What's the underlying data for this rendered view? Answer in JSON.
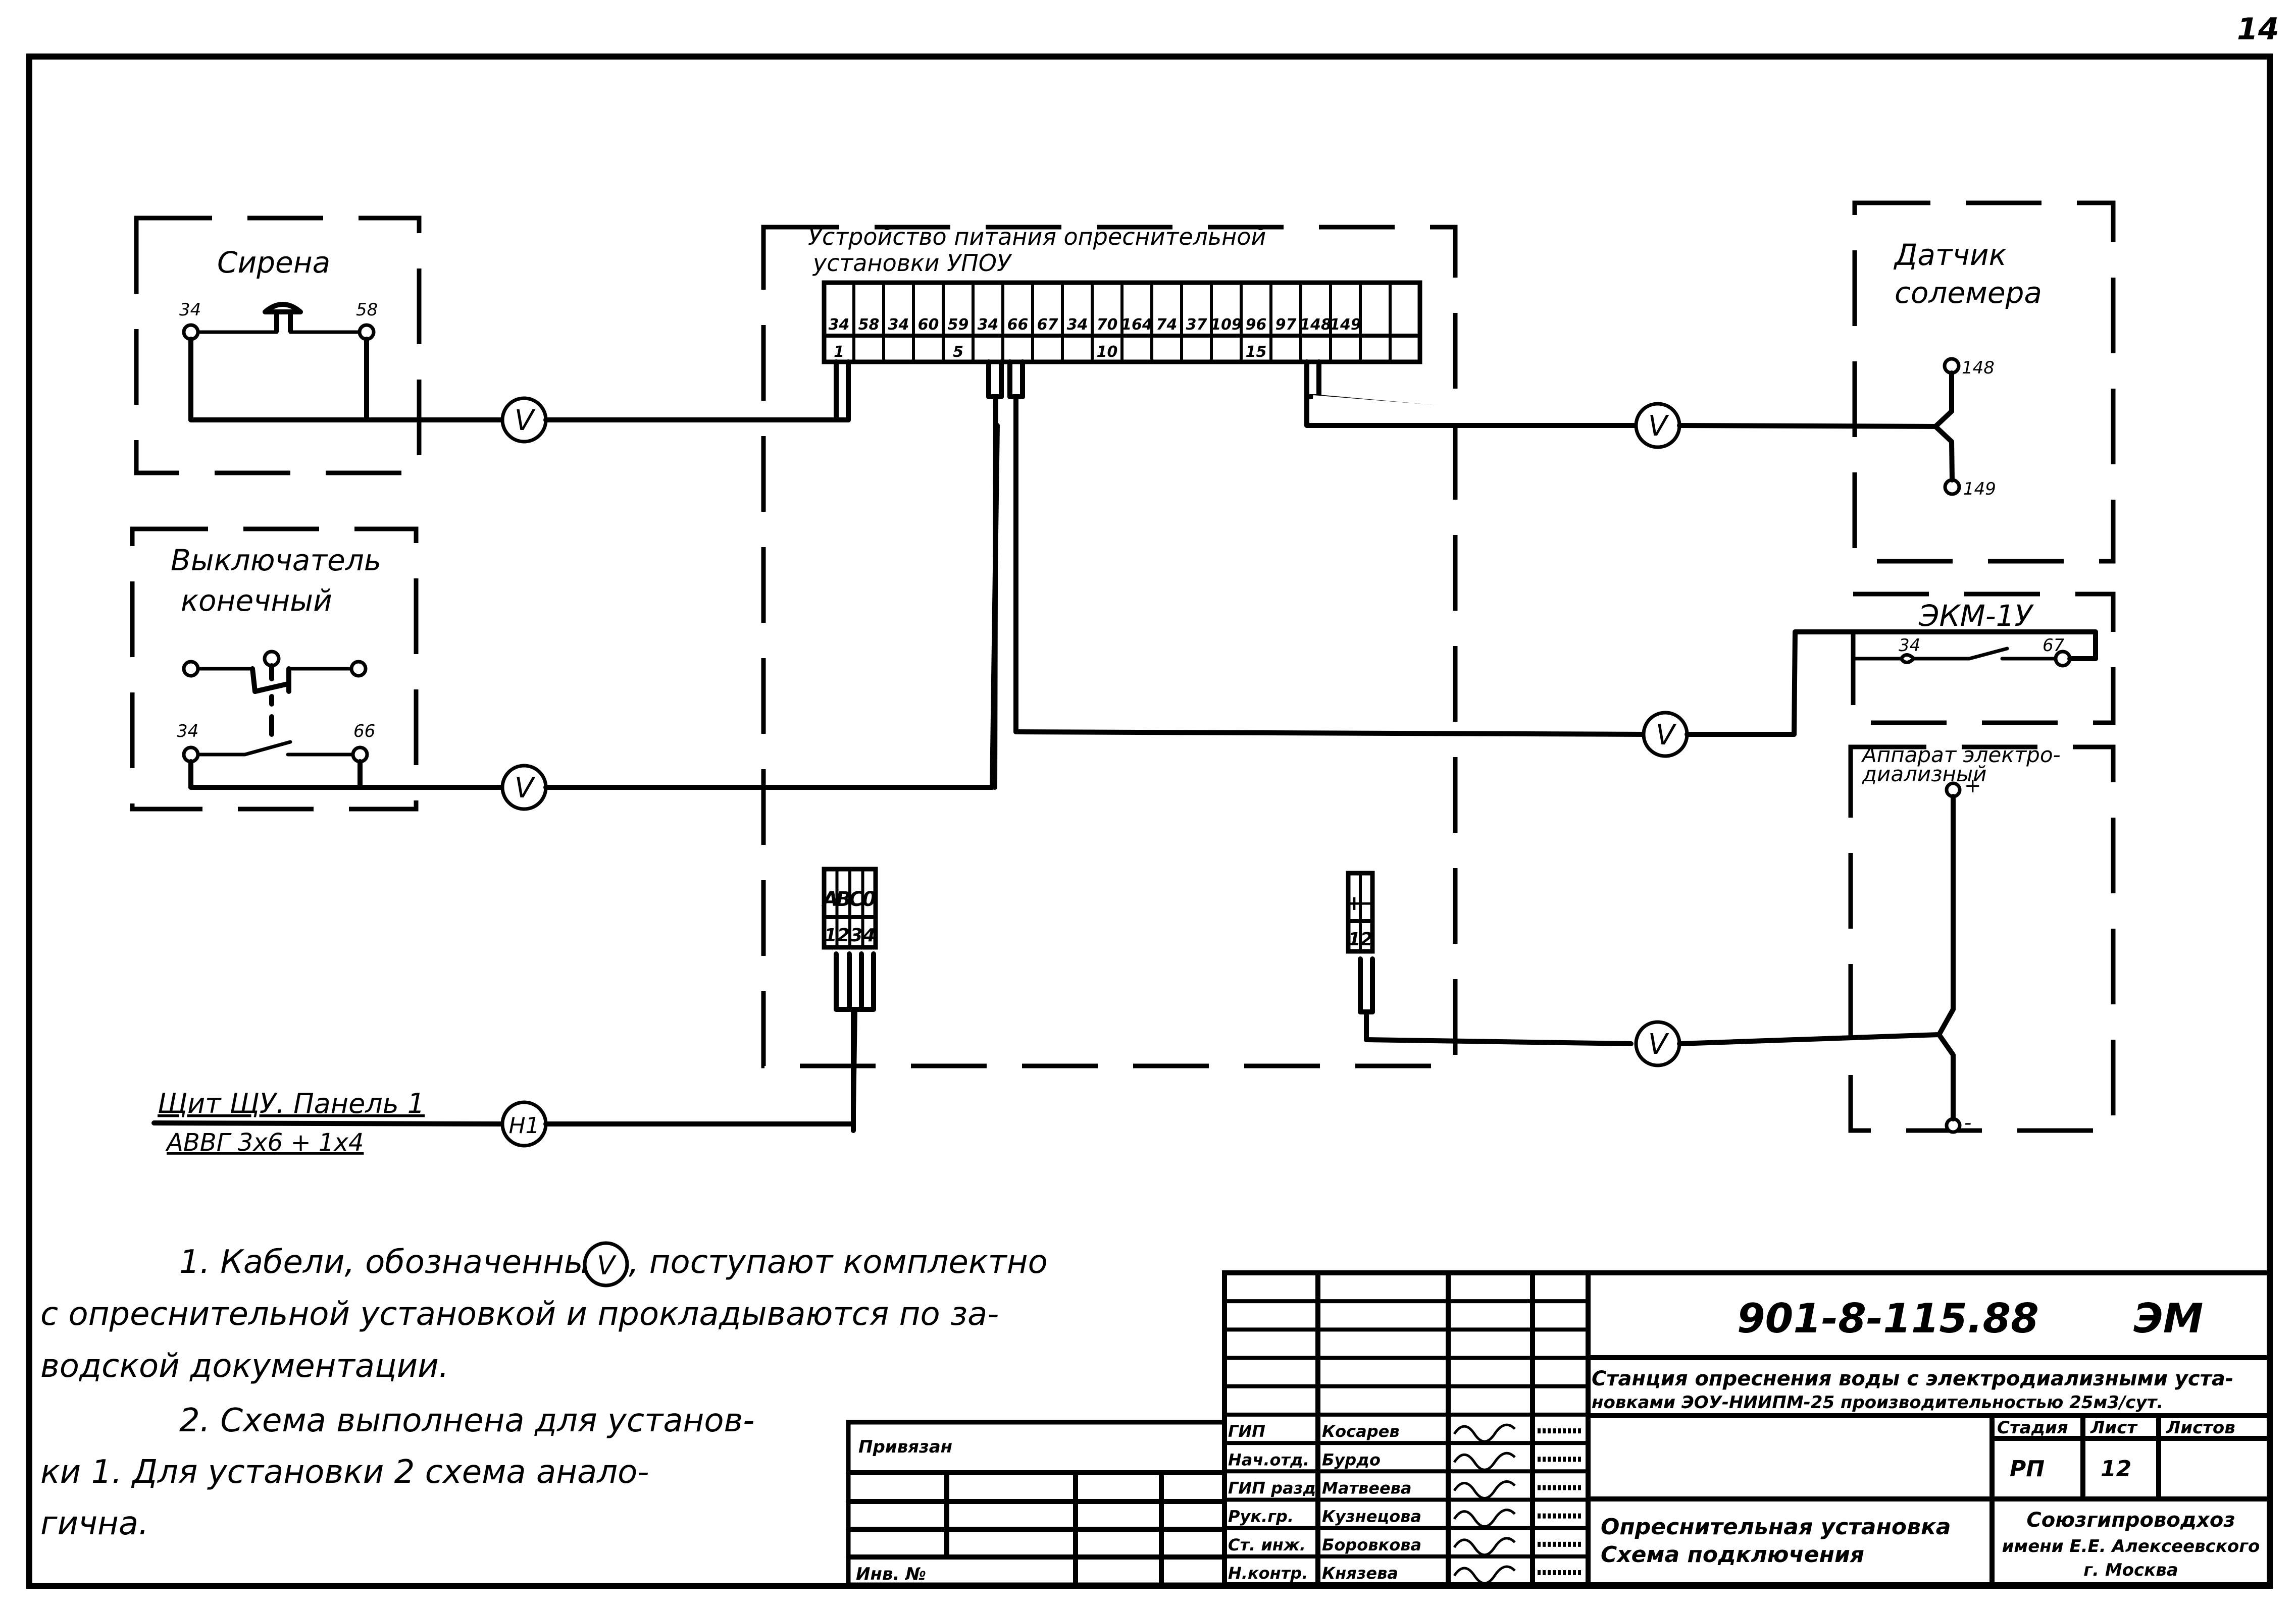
{
  "sheet": {
    "page_number": "14"
  },
  "siren": {
    "title": "Сирена",
    "terminals": [
      "34",
      "58"
    ]
  },
  "limit_switch": {
    "title_line1": "Выключатель",
    "title_line2": "конечный",
    "terminals": [
      "34",
      "66"
    ]
  },
  "power_unit": {
    "title_line1": "Устройство  питания  опреснительной",
    "title_line2": "установки УПОУ",
    "terminal_labels": [
      "34",
      "58",
      "34",
      "60",
      "59",
      "34",
      "66",
      "67",
      "34",
      "70",
      "164",
      "74",
      "37",
      "109",
      "96",
      "97",
      "148",
      "149",
      "",
      ""
    ],
    "terminal_numbers": [
      "1",
      "",
      "",
      "",
      "5",
      "",
      "",
      "",
      "",
      "10",
      "",
      "",
      "",
      "",
      "15",
      "",
      "",
      "",
      "",
      ""
    ],
    "three_phase_block": {
      "labels": [
        "A",
        "B",
        "C",
        "0"
      ],
      "numbers": [
        "1",
        "2",
        "3",
        "4"
      ]
    },
    "dc_block": {
      "labels": [
        "+",
        "−"
      ],
      "numbers": [
        "1",
        "2"
      ]
    }
  },
  "salinity_sensor": {
    "title_line1": "Датчик",
    "title_line2": "солемера",
    "terminals": [
      "148",
      "149"
    ]
  },
  "ekm": {
    "title": "ЭКМ-1У",
    "terminals": [
      "34",
      "67"
    ]
  },
  "electrodialysis": {
    "title_line1": "Аппарат электро-",
    "title_line2": "диализный",
    "terminals": [
      "+",
      "-"
    ]
  },
  "cable_markers": {
    "v_label": "V",
    "h1_label": "Н1"
  },
  "panel_feed": {
    "line1": "Щит ЩУ. Панель 1",
    "line2": "АВВГ  3х6 + 1х4"
  },
  "notes": {
    "note1_part1": "1. Кабели, обозначенные",
    "note1_symbol": "V",
    "note1_part2": ", поступают  комплектно",
    "note1_line2": "с опреснительной  установкой  и  прокладываются  по за-",
    "note1_line3": "водской   документации.",
    "note2_line1": "2. Схема  выполнена для  установ-",
    "note2_line2": "ки 1.  Для установки  2 схема   анало-",
    "note2_line3": "гична."
  },
  "title_block": {
    "document_code": "901-8-115.88",
    "mark": "ЭМ",
    "project_line1": "Станция опреснения воды с электродиализными уста-",
    "project_line2": "новками ЭОУ-НИИПМ-25 производительностью 25м3/сут.",
    "stage_header": "Стадия",
    "sheet_header": "Лист",
    "sheets_header": "Листов",
    "stage_value": "РП",
    "sheet_value": "12",
    "sheets_value": "",
    "drawing_title_line1": "Опреснительная установка",
    "drawing_title_line2": "Схема подключения",
    "org_line1": "Союзгипроводхоз",
    "org_line2": "имени Е.Е. Алексеевского",
    "org_line3": "г. Москва",
    "bound_label": "Привязан",
    "inventory_label": "Инв. №",
    "signatures": [
      {
        "role": "ГИП",
        "name": "Косарев"
      },
      {
        "role": "Нач.отд.",
        "name": "Бурдо"
      },
      {
        "role": "ГИП разд.",
        "name": "Матвеева"
      },
      {
        "role": "Рук.гр.",
        "name": "Кузнецова"
      },
      {
        "role": "Ст. инж.",
        "name": "Боровкова"
      },
      {
        "role": "Н.контр.",
        "name": "Князева"
      }
    ]
  }
}
